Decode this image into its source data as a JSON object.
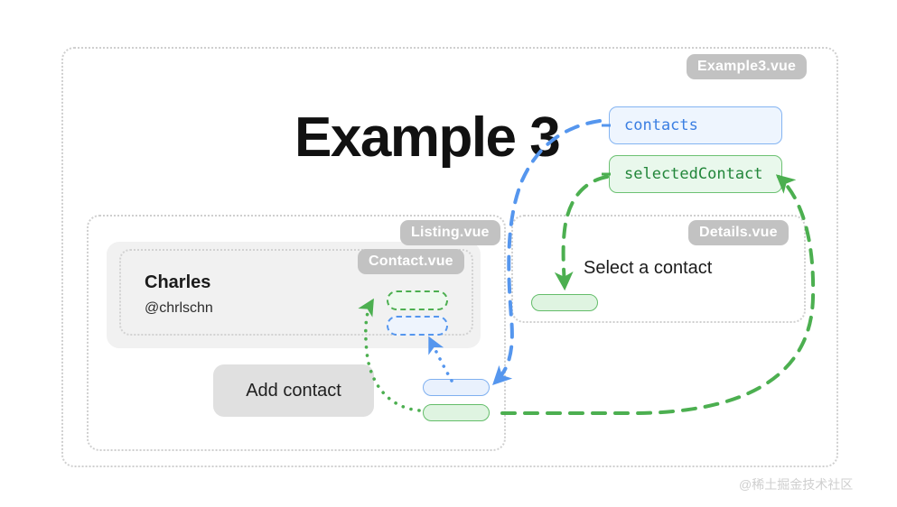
{
  "title": "Example 3",
  "badges": {
    "root": "Example3.vue",
    "listing": "Listing.vue",
    "contact": "Contact.vue",
    "details": "Details.vue"
  },
  "code_pills": [
    {
      "label": "contacts",
      "color": "#3a7ee2",
      "fill": "#eef5fe",
      "border": "#84b4f2"
    },
    {
      "label": "selectedContact",
      "color": "#22863a",
      "fill": "#e9f8ec",
      "border": "#6cc172"
    }
  ],
  "contact_card": {
    "name": "Charles",
    "handle": "@chrlschn"
  },
  "buttons": {
    "add_contact": "Add contact"
  },
  "details": {
    "placeholder_text": "Select a contact"
  },
  "watermark": "@稀土掘金技术社区",
  "colors": {
    "blue": "#5596ee",
    "green": "#4caf50",
    "frame_border": "#cfcfcf",
    "badge_bg": "#c2c2c2",
    "panel_bg": "#f1f1f1",
    "button_bg": "#e0e0e0"
  }
}
